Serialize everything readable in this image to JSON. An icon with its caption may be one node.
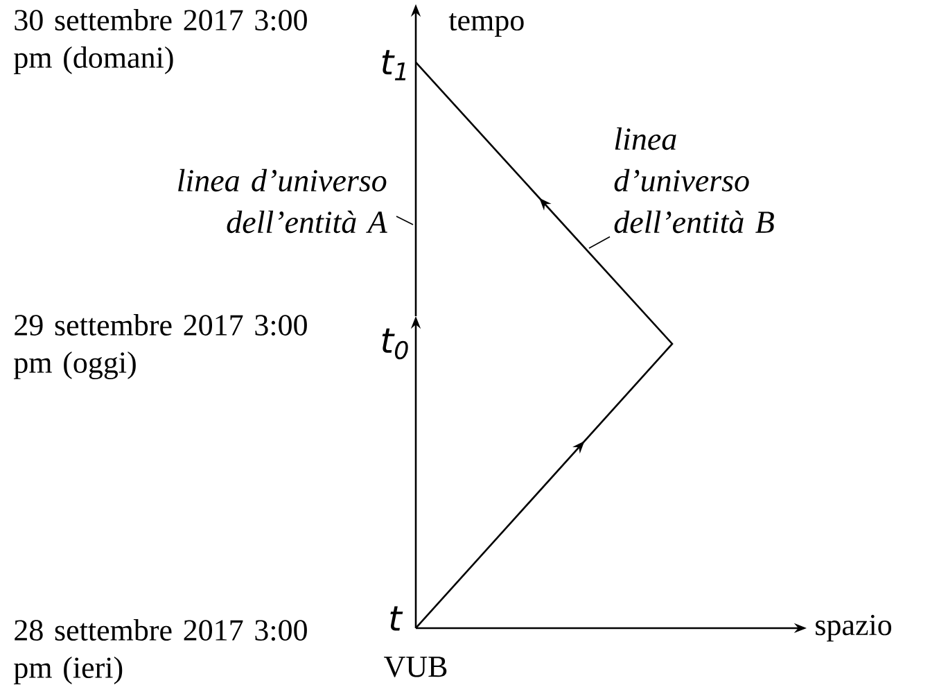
{
  "diagram": {
    "nodes": [
      {
        "text": [
          "t"
        ]
      },
      {
        "text": [
          "t$_{0}$"
        ]
      },
      {
        "text": [
          "t$_{1}$"
        ]
      },
      {
        "text": [
          "linea d’universo dell’entità A"
        ]
      },
      {
        "text": [
          "linea d’universo dell’entità B"
        ]
      }
    ],
    "edges": [
      {
        "from": 0,
        "to": 1,
        "arrow": "to"
      },
      {
        "from": 1,
        "to": 2,
        "arrow": "none"
      },
      {
        "from": 0,
        "to": 2,
        "arrow": "to"
      },
      {
        "from": 3,
        "to": null,
        "arrow": "none"
      },
      {
        "from": 4,
        "to": null,
        "arrow": "none"
      }
    ],
    "labels": [
      "30 settembre 2017 3:00 pm (domani)",
      "tempo",
      "29 settembre 2017 3:00 pm (oggi)",
      "28 settembre 2017 3:00 pm (ieri)",
      "spazio",
      "VUB"
    ]
  }
}
